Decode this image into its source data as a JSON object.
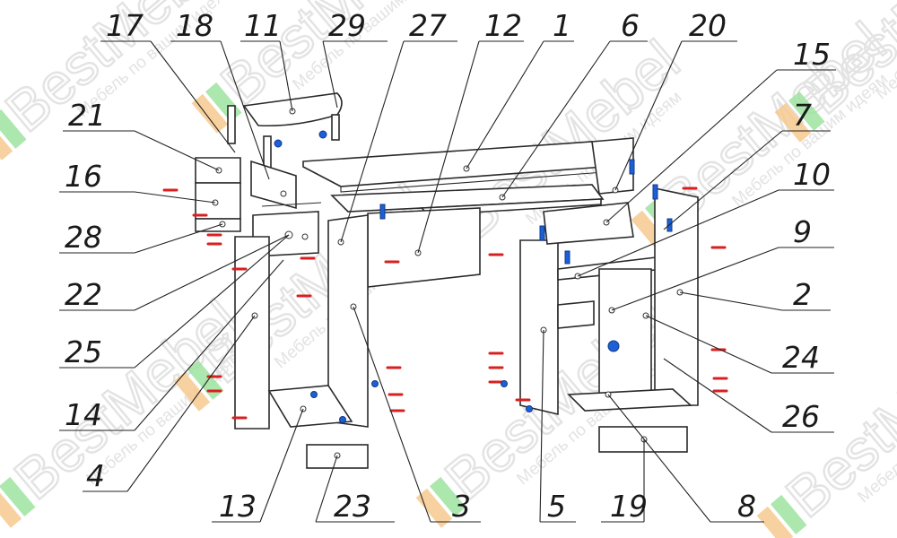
{
  "diagram": {
    "title": "",
    "callouts": [
      "17",
      "18",
      "11",
      "29",
      "27",
      "12",
      "1",
      "6",
      "20",
      "15",
      "7",
      "10",
      "9",
      "2",
      "24",
      "26",
      "8",
      "19",
      "5",
      "3",
      "23",
      "13",
      "4",
      "14",
      "25",
      "22",
      "28",
      "16",
      "21"
    ]
  },
  "watermark": {
    "brand": "BestMebel",
    "tagline": "Мебель по вашим идеям",
    "colors": {
      "orange": "#f7c98f",
      "green": "#9ee3a0",
      "outline": "#e3e3e3"
    }
  },
  "colors": {
    "screws": "#d91f1f",
    "fittings": "#1c5fd6",
    "lines": "#2a2a2a"
  }
}
